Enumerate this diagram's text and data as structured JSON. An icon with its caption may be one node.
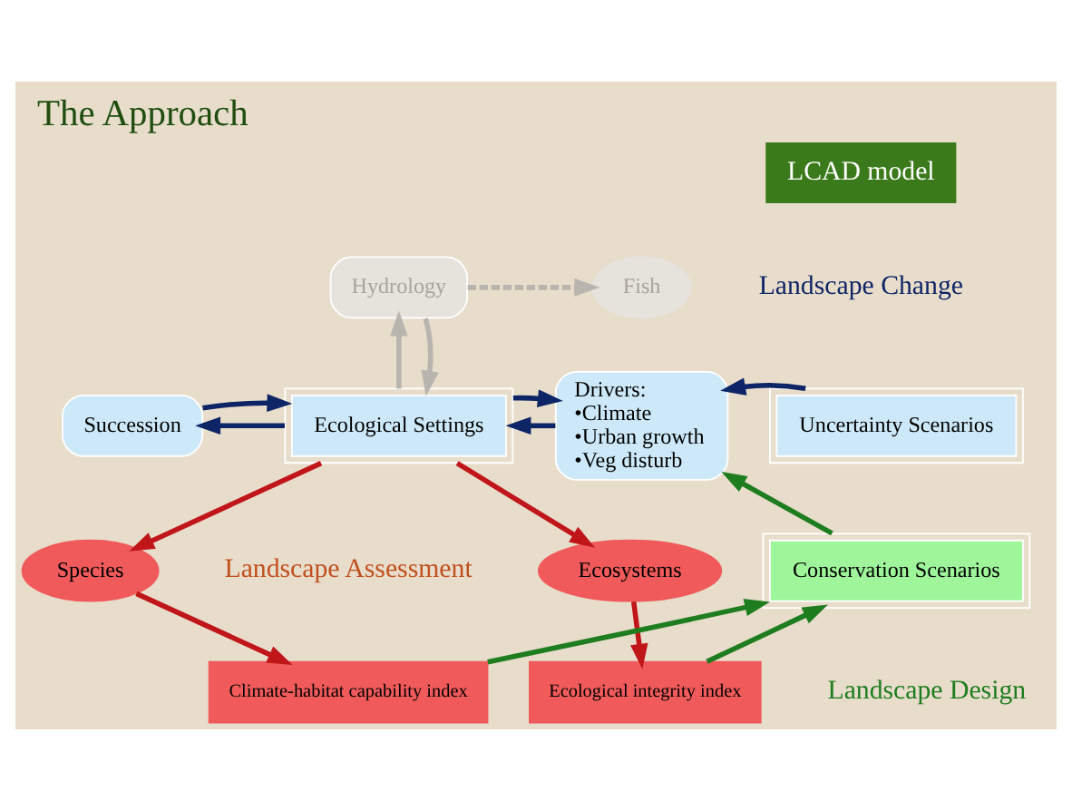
{
  "diagram": {
    "title": "The Approach",
    "nodes": [
      {
        "text": [
          "Hydrology"
        ]
      },
      {
        "text": [
          "Fish"
        ]
      },
      {
        "text": [
          "Succession"
        ]
      },
      {
        "text": [
          "Ecological Settings"
        ]
      },
      {
        "text": [
          "Drivers:",
          "•Climate",
          "•Urban growth",
          "•Veg disturb"
        ]
      },
      {
        "text": [
          "Uncertainty Scenarios"
        ]
      },
      {
        "text": [
          "Species"
        ]
      },
      {
        "text": [
          "Ecosystems"
        ]
      },
      {
        "text": [
          "Conservation Scenarios"
        ]
      },
      {
        "text": [
          "Climate-habitat capability index"
        ]
      },
      {
        "text": [
          "Ecological integrity index"
        ]
      }
    ],
    "edges": [
      {
        "from": 0,
        "to": 1,
        "arrow": "to",
        "style": "dashed",
        "color": "#b8b4ae"
      },
      {
        "from": 3,
        "to": 0,
        "arrow": "to",
        "color": "#b8b4ae"
      },
      {
        "from": 0,
        "to": 3,
        "arrow": "to",
        "color": "#b8b4ae"
      },
      {
        "from": 3,
        "to": 2,
        "arrow": "to",
        "color": "#0d2566"
      },
      {
        "from": 2,
        "to": 3,
        "arrow": "to",
        "color": "#0d2566"
      },
      {
        "from": 4,
        "to": 3,
        "arrow": "to",
        "color": "#0d2566"
      },
      {
        "from": 3,
        "to": 4,
        "arrow": "to",
        "color": "#0d2566"
      },
      {
        "from": 5,
        "to": 4,
        "arrow": "to",
        "color": "#0d2566"
      },
      {
        "from": 3,
        "to": 6,
        "arrow": "to",
        "color": "#c0161a"
      },
      {
        "from": 3,
        "to": 7,
        "arrow": "to",
        "color": "#c0161a"
      },
      {
        "from": 6,
        "to": 9,
        "arrow": "to",
        "color": "#c0161a"
      },
      {
        "from": 7,
        "to": 10,
        "arrow": "to",
        "color": "#c0161a"
      },
      {
        "from": 8,
        "to": 4,
        "arrow": "to",
        "color": "#1e7d1e"
      },
      {
        "from": 10,
        "to": 8,
        "arrow": "to",
        "color": "#1e7d1e"
      },
      {
        "from": 9,
        "to": 8,
        "arrow": "to",
        "color": "#1e7d1e"
      }
    ],
    "labels": [
      "LCAD model",
      "Landscape Change",
      "Landscape Assessment",
      "Landscape Design"
    ]
  }
}
